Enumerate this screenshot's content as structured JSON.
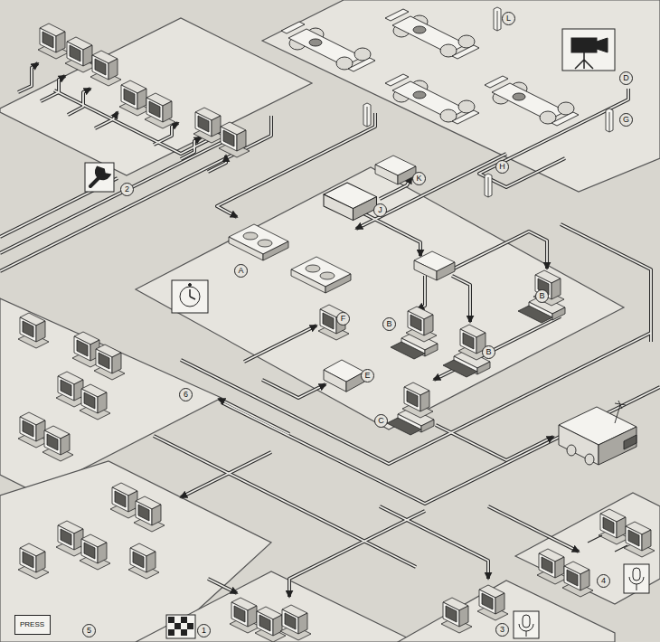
{
  "diagram": {
    "nodes": [
      {
        "text": [
          "PRESS"
        ]
      }
    ],
    "labels": [
      "L",
      "D",
      "G",
      "H",
      "K",
      "2",
      "J",
      "A",
      "B",
      "F",
      "B",
      "B",
      "E",
      "6",
      "C",
      "4",
      "3",
      "5",
      "1"
    ]
  }
}
